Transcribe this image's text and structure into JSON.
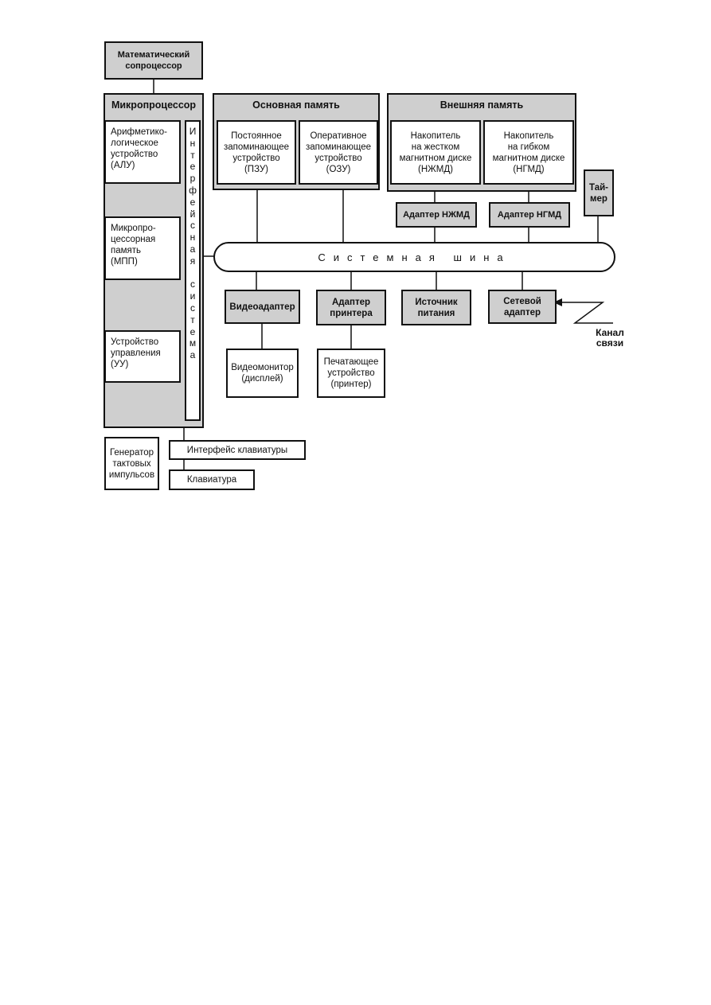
{
  "coprocessor": "Математический\nсопроцессор",
  "microprocessor": {
    "title": "Микропроцессор",
    "alu": "Арифметико-\nлогическое\nустройство\n(АЛУ)",
    "mpp": "Микропро-\nцессорная\nпамять\n(МПП)",
    "uu": "Устройство\nуправления\n(УУ)",
    "interface_letters": [
      "И",
      "н",
      "т",
      "е",
      "р",
      "ф",
      "е",
      "й",
      "с",
      "н",
      "а",
      "я",
      "",
      "с",
      "и",
      "с",
      "т",
      "е",
      "м",
      "а"
    ]
  },
  "main_memory": {
    "title": "Основная память",
    "rom": "Постоянное\nзапоминающее\nустройство\n(ПЗУ)",
    "ram": "Оперативное\nзапоминающее\nустройство\n(ОЗУ)"
  },
  "external_memory": {
    "title": "Внешняя память",
    "hdd": "Накопитель\nна жестком\nмагнитном диске\n(НЖМД)",
    "fdd": "Накопитель\nна гибком\nмагнитном диске\n(НГМД)"
  },
  "timer": "Тай-\nмер",
  "hdd_adapter": "Адаптер НЖМД",
  "fdd_adapter": "Адаптер НГМД",
  "system_bus": "Системная шина",
  "video_adapter": "Видеоадаптер",
  "printer_adapter": "Адаптер\nпринтера",
  "power_supply": "Источник\nпитания",
  "network_adapter": "Сетевой\nадаптер",
  "channel": "Канал\nсвязи",
  "monitor": "Видеомонитор\n(дисплей)",
  "printer": "Печатающее\nустройство\n(принтер)",
  "clock_generator": "Генератор\nтактовых\nимпульсов",
  "keyboard_interface": "Интерфейс клавиатуры",
  "keyboard": "Клавиатура"
}
